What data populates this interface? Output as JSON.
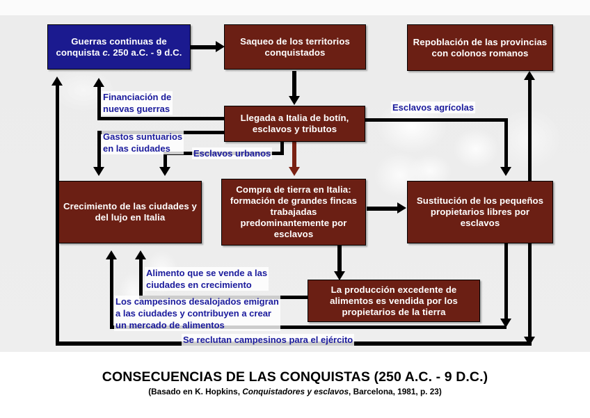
{
  "title": "CONSECUENCIAS DE LAS CONQUISTAS (250 A.C. - 9 D.C.)",
  "subtitle_pre": "(Basado en K. Hopkins, ",
  "subtitle_italic": "Conquistadores y esclavos",
  "subtitle_post": ", Barcelona, 1981, p. 23)",
  "colors": {
    "box_maroon": "#6b1f14",
    "box_blue": "#1b1a8f",
    "label_blue": "#1a1a9c",
    "arrow_black": "#000000",
    "arrow_maroon": "#7a2113",
    "background": "#ececec"
  },
  "boxes": [
    {
      "id": "guerras",
      "text": "Guerras continuas de conquista c. 250 a.C. - 9 d.C.",
      "color": "blue"
    },
    {
      "id": "saqueo",
      "text": "Saqueo de los territorios conquistados",
      "color": "maroon"
    },
    {
      "id": "repoblacion",
      "text": "Repoblación de las provincias con colonos romanos",
      "color": "maroon"
    },
    {
      "id": "llegada",
      "text": "Llegada a Italia de botín, esclavos y tributos",
      "color": "maroon"
    },
    {
      "id": "crecimiento",
      "text": "Crecimiento de las ciudades y del lujo en Italia",
      "color": "maroon"
    },
    {
      "id": "compra",
      "text": "Compra de tierra en Italia: formación de grandes fincas trabajadas predominantemente por esclavos",
      "color": "maroon"
    },
    {
      "id": "sustitucion",
      "text": "Sustitución de los pequeños propietarios libres por esclavos",
      "color": "maroon"
    },
    {
      "id": "produccion",
      "text": "La producción excedente de alimentos es vendida por los propietarios de la tierra",
      "color": "maroon"
    }
  ],
  "labels": [
    {
      "id": "financiacion",
      "text": "Financiación de nuevas guerras"
    },
    {
      "id": "gastos",
      "text": "Gastos suntuarios en las ciudades"
    },
    {
      "id": "esclavos_urbanos",
      "text": "Esclavos urbanos"
    },
    {
      "id": "esclavos_agricolas",
      "text": "Esclavos agrícolas"
    },
    {
      "id": "alimento",
      "text": "Alimento que se vende a las ciudades en crecimiento"
    },
    {
      "id": "campesinos",
      "text": "Los campesinos desalojados emigran a las ciudades y contribuyen a crear un mercado de alimentos"
    },
    {
      "id": "reclutan",
      "text": "Se reclutan campesinos para el ejército"
    }
  ]
}
